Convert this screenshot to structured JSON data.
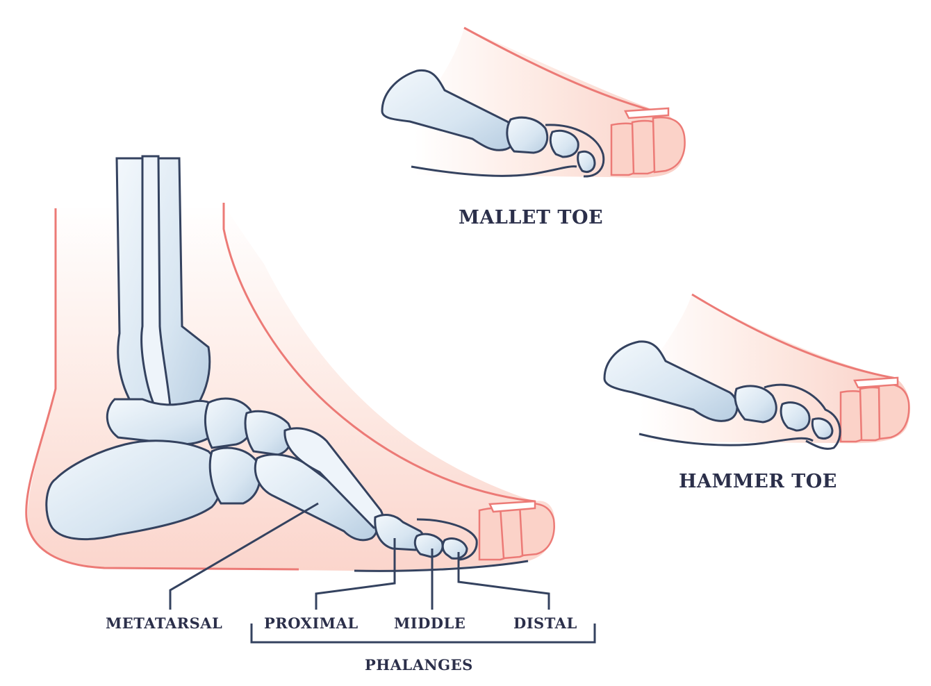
{
  "labels": {
    "mallet_toe": "MALLET TOE",
    "hammer_toe": "HAMMER TOE",
    "metatarsal": "METATARSAL",
    "proximal": "PROXIMAL",
    "middle": "MIDDLE",
    "distal": "DISTAL",
    "phalanges": "PHALANGES"
  },
  "colors": {
    "skin": "#fde3dc",
    "skin_outline": "#ec7a76",
    "bone": "#dfeaf4",
    "bone_shadow": "#b9cfe2",
    "bone_outline": "#34425f",
    "label": "#2b2f4a"
  }
}
